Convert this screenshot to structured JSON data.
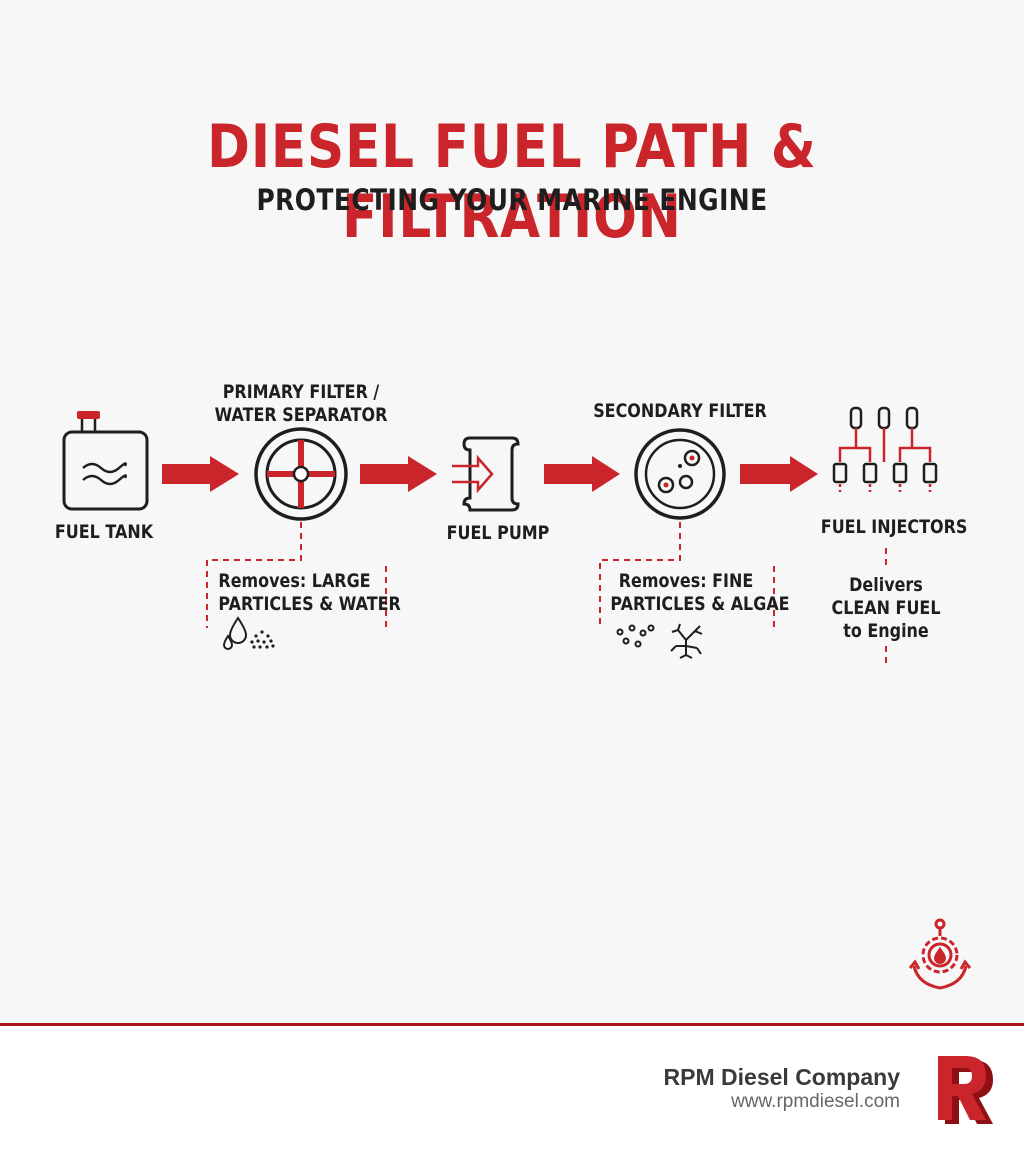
{
  "header": {
    "title": "DIESEL FUEL PATH & FILTRATION",
    "subtitle": "PROTECTING YOUR MARINE ENGINE"
  },
  "steps": {
    "tank": {
      "label": "FUEL TANK",
      "icon": "fuel-tank-icon"
    },
    "primary": {
      "label_line1": "PRIMARY FILTER /",
      "label_line2": "WATER SEPARATOR",
      "icon": "primary-filter-icon"
    },
    "pump": {
      "label": "FUEL PUMP",
      "icon": "fuel-pump-icon"
    },
    "secondary": {
      "label": "SECONDARY FILTER",
      "icon": "secondary-filter-icon"
    },
    "injectors": {
      "label": "FUEL INJECTORS",
      "icon": "fuel-injectors-icon"
    }
  },
  "notes": {
    "primary": {
      "line1": "Removes: LARGE",
      "line2": "PARTICLES & WATER",
      "icons": [
        "water-drop-icon",
        "particles-icon"
      ]
    },
    "secondary": {
      "line1": "Removes: FINE",
      "line2": "PARTICLES & ALGAE",
      "icons": [
        "fine-particles-icon",
        "algae-icon"
      ]
    },
    "injectors": {
      "line1": "Delivers",
      "line2": "CLEAN FUEL",
      "line3": "to Engine"
    }
  },
  "footer": {
    "company": "RPM Diesel Company",
    "website": "www.rpmdiesel.com",
    "logo_letter": "R",
    "emblem": "anchor-gear-icon"
  },
  "colors": {
    "accent": "#c9252b",
    "dark": "#1e1e1e",
    "footer_rule": "#a8161c"
  }
}
